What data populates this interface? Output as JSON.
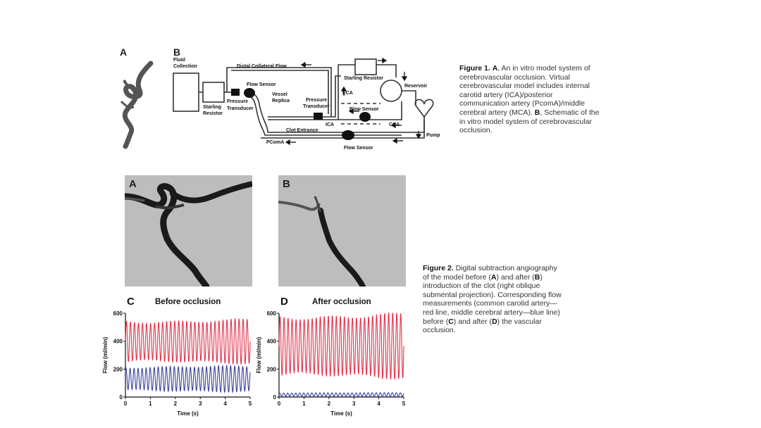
{
  "figure1": {
    "panel_a_letter": "A",
    "panel_b_letter": "B",
    "labels": {
      "fluid_collection_1": "Fluid",
      "fluid_collection_2": "Collection",
      "distal_collateral_flow": "Distal Collateral Flow",
      "starling_resistor_top": "Starling Resistor",
      "reservoir": "Reservoir",
      "flow_sensor_top": "Flow Sensor",
      "vessel_replica_1": "Vessel",
      "vessel_replica_2": "Replica",
      "pressure_transducer_left_1": "Pressure",
      "pressure_transducer_left_2": "Transducer",
      "starling_resistor_left_1": "Starling",
      "starling_resistor_left_2": "Resistor",
      "eca": "ECA",
      "pressure_transducer_mid_1": "Pressure",
      "pressure_transducer_mid_2": "Transducer",
      "flow_sensor_mid": "Flow Sensor",
      "ica": "ICA",
      "cca": "CCA",
      "clot_entrance": "Clot Entrance",
      "pcoma": "PComA",
      "flow_sensor_bottom": "Flow Sensor",
      "pump": "Pump"
    },
    "caption": {
      "title": "Figure 1.",
      "part1": "A",
      "text1": ", An in vitro model system of cerebrovascular occlusion. Virtual cerebrovascular model includes internal carotid artery (ICA)/posterior communication artery (PcomA)/middle cerebral artery (MCA). ",
      "part2": "B",
      "text2": ", Schematic of the in vitro model system of cerebrovascular occlusion."
    }
  },
  "figure2": {
    "angio_a_letter": "A",
    "angio_b_letter": "B",
    "chart_c_letter": "C",
    "chart_d_letter": "D",
    "caption": {
      "title": "Figure 2.",
      "t1": " Digital subtraction angiography of the model before (",
      "a": "A",
      "t2": ") and after (",
      "b": "B",
      "t3": ") introduction of the clot (right oblique submental projection). Corresponding flow measurements (common carotid artery—red line, middle cerebral artery—blue line) before (",
      "c": "C",
      "t4": ") and after (",
      "d": "D",
      "t5": ") the vascular occlusion."
    }
  },
  "chart_data": [
    {
      "type": "line",
      "title": "Before occlusion",
      "xlabel": "Time (s)",
      "ylabel": "Flow (ml/min)",
      "xlim": [
        0,
        5
      ],
      "ylim": [
        0,
        600
      ],
      "xticks": [
        "0",
        "1",
        "2",
        "3",
        "4",
        "5"
      ],
      "yticks": [
        "0",
        "200",
        "400",
        "600"
      ],
      "series": [
        {
          "color": "#e0314a",
          "cycles_per_second": 6.2,
          "min": 250,
          "max": 545
        },
        {
          "color": "#3b3f9e",
          "cycles_per_second": 6.2,
          "min": 45,
          "max": 215
        }
      ]
    },
    {
      "type": "line",
      "title": "After occlusion",
      "xlabel": "Time (s)",
      "ylabel": "Flow (ml/min)",
      "xlim": [
        0,
        5
      ],
      "ylim": [
        0,
        600
      ],
      "xticks": [
        "0",
        "1",
        "2",
        "3",
        "4",
        "5"
      ],
      "yticks": [
        "0",
        "200",
        "400",
        "600"
      ],
      "series": [
        {
          "color": "#e0314a",
          "cycles_per_second": 6.2,
          "min": 150,
          "max": 580
        },
        {
          "color": "#3b3f9e",
          "cycles_per_second": 6.2,
          "min": 5,
          "max": 30
        }
      ]
    }
  ]
}
